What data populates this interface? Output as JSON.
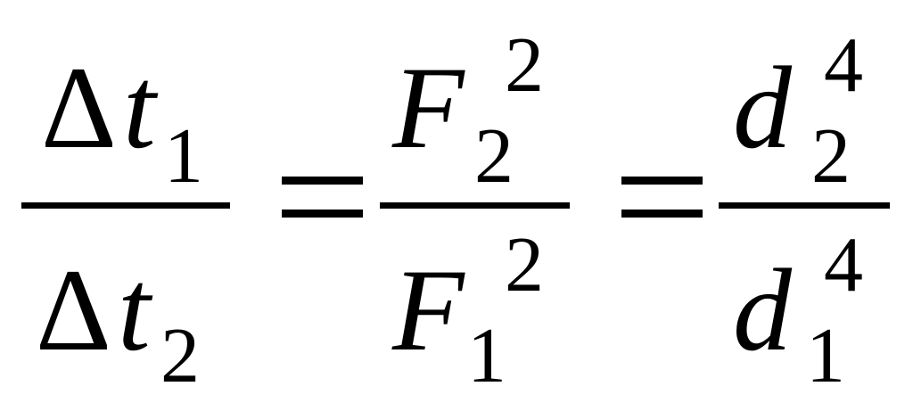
{
  "equation": {
    "fraction1": {
      "numerator": {
        "delta": "Δ",
        "variable": "t",
        "subscript": "1"
      },
      "denominator": {
        "delta": "Δ",
        "variable": "t",
        "subscript": "2"
      }
    },
    "equals1": "=",
    "fraction2": {
      "numerator": {
        "variable": "F",
        "subscript": "2",
        "exponent": "2"
      },
      "denominator": {
        "variable": "F",
        "subscript": "1",
        "exponent": "2"
      }
    },
    "equals2": "=",
    "fraction3": {
      "numerator": {
        "variable": "d",
        "subscript": "2",
        "exponent": "4"
      },
      "denominator": {
        "variable": "d",
        "subscript": "1",
        "exponent": "4"
      }
    }
  }
}
